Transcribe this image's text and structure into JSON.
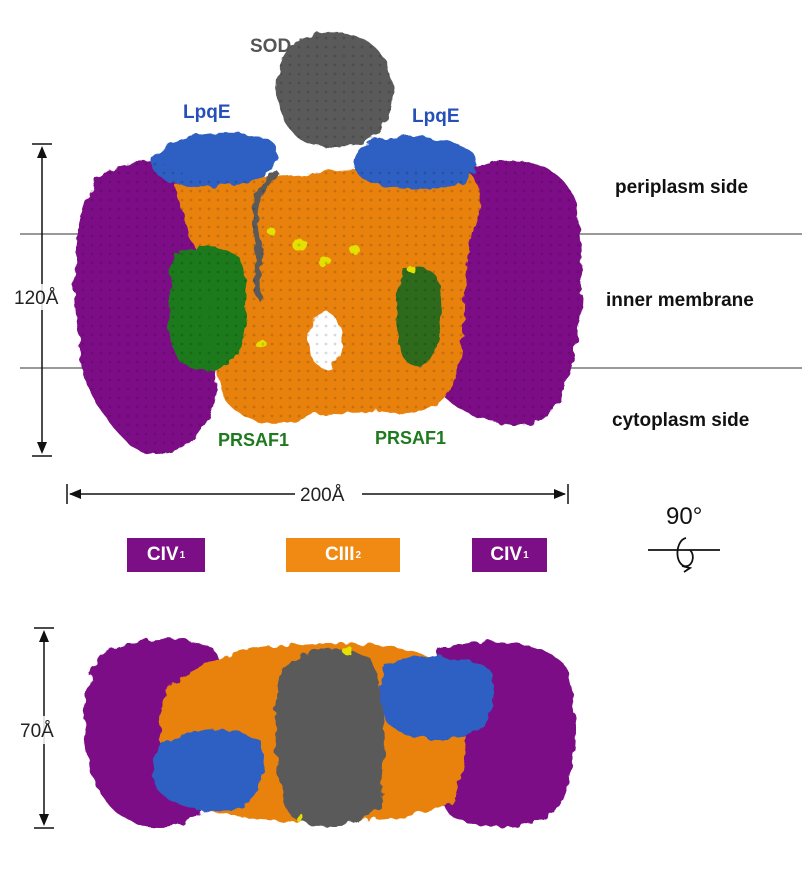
{
  "labels": {
    "sod": "SOD",
    "lpqe_left": "LpqE",
    "lpqe_right": "LpqE",
    "prsaf1_left": "PRSAF1",
    "prsaf1_right": "PRSAF1",
    "periplasm": "periplasm side",
    "membrane": "inner membrane",
    "cytoplasm": "cytoplasm side",
    "height_top": "120Å",
    "width": "200Å",
    "height_bottom": "70Å",
    "rotation": "90°"
  },
  "legend": [
    {
      "main": "CIV",
      "sub": "1",
      "color": "#7d0f86"
    },
    {
      "main": "CIII",
      "sub": "2",
      "color": "#f08a13"
    },
    {
      "main": "CIV",
      "sub": "1",
      "color": "#7d0f86"
    }
  ],
  "colors": {
    "civ": "#7d0f86",
    "ciii": "#e8820f",
    "ciii_dark": "#b55e08",
    "lpqe": "#2f5fc2",
    "sod": "#5a5a5a",
    "prsaf1": "#1f7a1f",
    "prsaf1_label": "#1f7a1f",
    "lpqe_label": "#2550b8",
    "sod_label": "#555555",
    "yellow": "#e4e000",
    "membrane_line": "#999999"
  }
}
